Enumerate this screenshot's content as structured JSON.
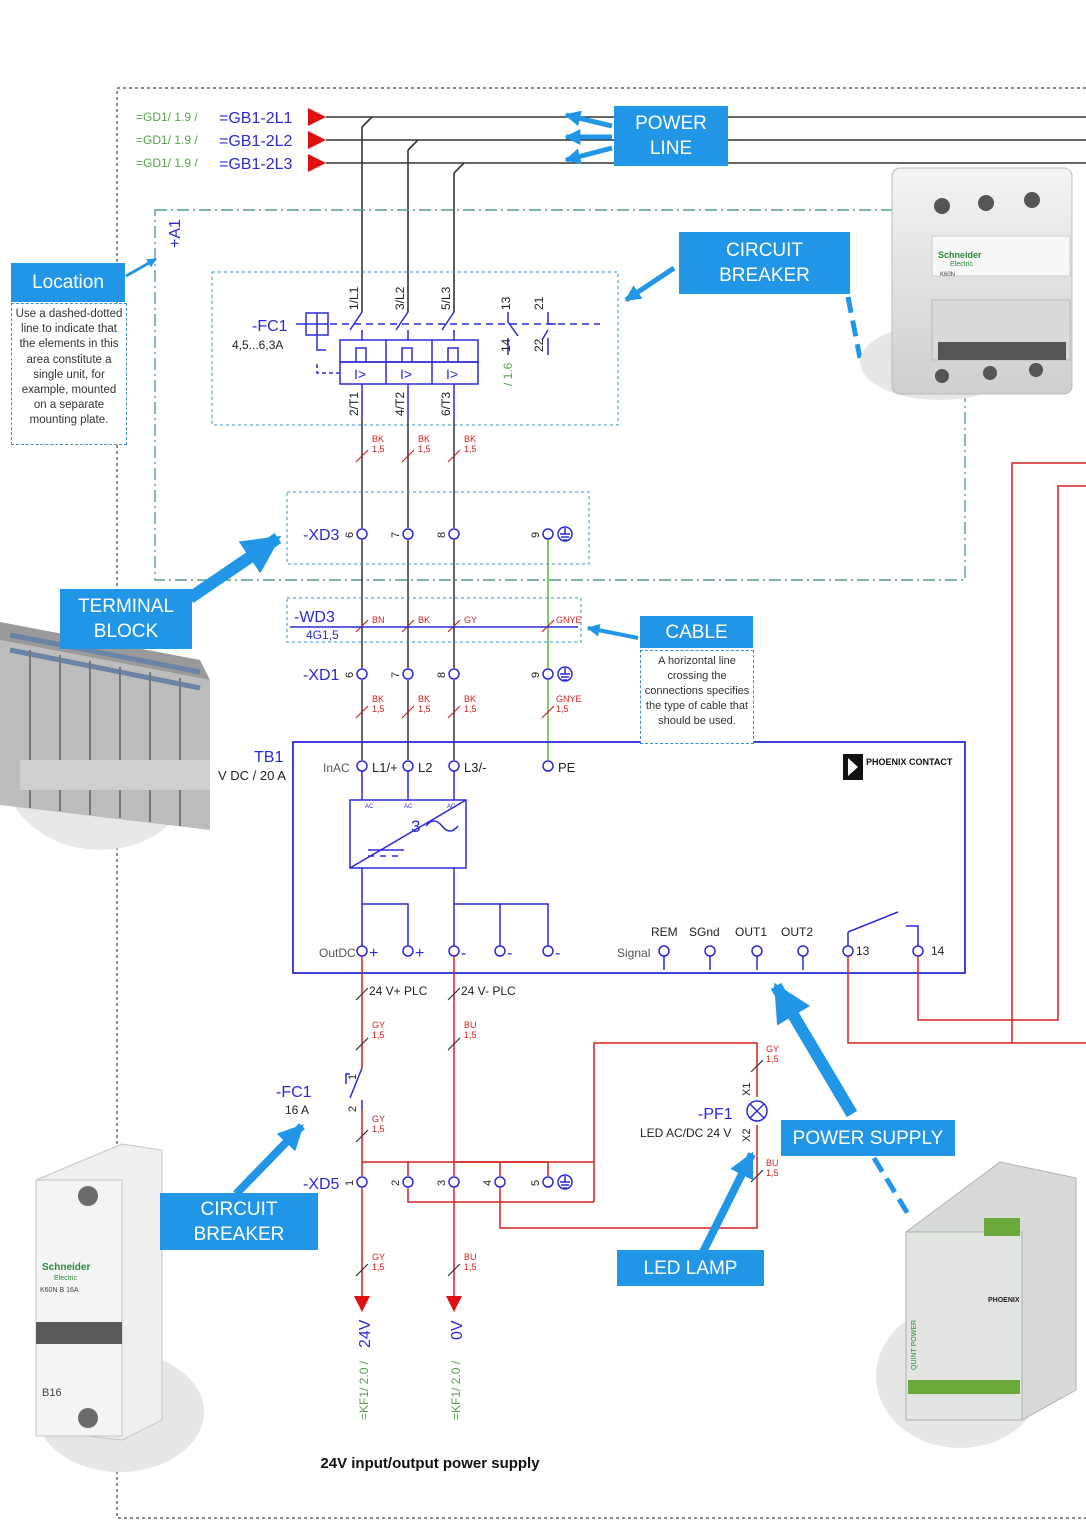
{
  "power_feeds": [
    {
      "ref": "=GD1/ 1.9 /",
      "name": "=GB1-2L1"
    },
    {
      "ref": "=GD1/ 1.9 /",
      "name": "=GB1-2L2"
    },
    {
      "ref": "=GD1/ 1.9 /",
      "name": "=GB1-2L3"
    }
  ],
  "location_tag": "+A1",
  "callouts": {
    "power_line": "POWER\nLINE",
    "circuit_breaker_top": "CIRCUIT\nBREAKER",
    "location": "Location",
    "terminal_block": "TERMINAL\nBLOCK",
    "cable": "CABLE",
    "power_supply": "POWER SUPPLY",
    "circuit_breaker_bottom": "CIRCUIT\nBREAKER",
    "led_lamp": "LED LAMP"
  },
  "notes": {
    "location": "Use a dashed-dotted line to indicate that the elements in this area constitute a single unit, for example, mounted on a separate mounting plate.",
    "cable": "A horizontal line crossing the connections specifies the type of cable that should be used."
  },
  "fc1_main": {
    "tag": "-FC1",
    "range": "4,5...6,3A",
    "top_terms": [
      "1/L1",
      "3/L2",
      "5/L3",
      "13",
      "21"
    ],
    "bottom_terms": [
      "2/T1",
      "4/T2",
      "6/T3",
      "14",
      "22"
    ],
    "trip": "I>",
    "ref": "/ 1.6"
  },
  "wire_marks_top": [
    "BK\n1,5",
    "BK\n1,5",
    "BK\n1,5"
  ],
  "xd3": {
    "tag": "-XD3",
    "terms": [
      "6",
      "7",
      "8",
      "9"
    ]
  },
  "wd3": {
    "tag": "-WD3",
    "spec": "4G1,5",
    "cores": [
      "BN",
      "BK",
      "GY",
      "GNYE"
    ]
  },
  "xd1": {
    "tag": "-XD1",
    "terms": [
      "6",
      "7",
      "8",
      "9"
    ]
  },
  "wire_marks_mid": [
    "BK\n1,5",
    "BK\n1,5",
    "BK\n1,5",
    "GNYE\n1,5"
  ],
  "tb1": {
    "tag": "TB1",
    "rating": "V DC / 20 A",
    "brand": "PHOENIX CONTACT",
    "in_label": "InAC",
    "in_terms": [
      "L1/+",
      "L2",
      "L3/-",
      "PE"
    ],
    "ac_marks": [
      "AC",
      "AC",
      "AC"
    ],
    "conv": "3",
    "out_label": "OutDC",
    "out_terms": [
      "+",
      "+",
      "-",
      "-",
      "-"
    ],
    "signal_label": "Signal",
    "signal_terms": [
      "REM",
      "SGnd",
      "OUT1",
      "OUT2"
    ],
    "relay_terms": [
      "13",
      "14"
    ]
  },
  "plc_lines": {
    "pos": "24 V+ PLC",
    "neg": "24 V- PLC"
  },
  "wire_marks_low": {
    "gy": "GY\n1,5",
    "bu": "BU\n1,5"
  },
  "fc1_branch": {
    "tag": "-FC1",
    "rating": "16 A",
    "terms": [
      "1",
      "2"
    ]
  },
  "xd5": {
    "tag": "-XD5",
    "terms": [
      "1",
      "2",
      "3",
      "4",
      "5"
    ]
  },
  "pf1": {
    "tag": "-PF1",
    "desc": "LED AC/DC 24 V",
    "terms": [
      "X1",
      "X2"
    ]
  },
  "outputs": [
    {
      "label": "24V",
      "ref": "=KF1/ 2.0 /"
    },
    {
      "label": "0V",
      "ref": "=KF1/ 2.0 /"
    }
  ],
  "caption": "24V input/output power supply",
  "photos": {
    "breaker_3p": {
      "brand": "Schneider",
      "sub": "Electric",
      "model": "K60N"
    },
    "breaker_1p": {
      "brand": "Schneider",
      "sub": "Electric",
      "model": "K60N  B 16A",
      "code": "B16"
    },
    "psu": {
      "brand": "PHOENIX",
      "side": "QUINT POWER"
    }
  },
  "colors": {
    "wire_black": "#333333",
    "wire_red": "#d62020",
    "wire_green": "#55bb33",
    "symbol_blue": "#2b2bd6",
    "callout_blue": "#2196e6",
    "ref_green": "#5aa050",
    "dashed_green": "#5a9c8c"
  }
}
